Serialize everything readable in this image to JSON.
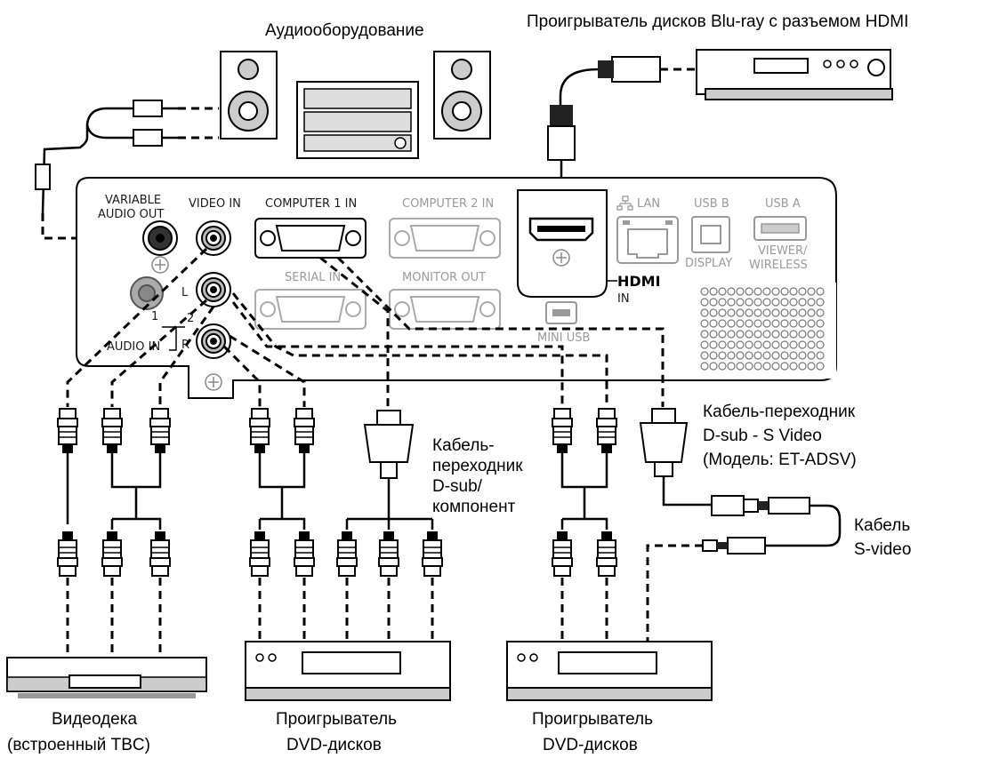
{
  "captions": {
    "audio_equipment": "Аудиооборудование",
    "bluray_player": "Проигрыватель дисков Blu-ray с разъемом HDMI",
    "adapter_component": [
      "Кабель-",
      "переходник",
      "D-sub/",
      "компонент"
    ],
    "adapter_svideo": [
      "Кабель-переходник",
      "D-sub - S Video",
      "(Модель: ET-ADSV)"
    ],
    "svideo_cable": [
      "Кабель",
      "S-video"
    ],
    "vcr": [
      "Видеодека",
      "(встроенный TBC)"
    ],
    "dvd_left": [
      "Проигрыватель",
      "DVD-дисков"
    ],
    "dvd_right": [
      "Проигрыватель",
      "DVD-дисков"
    ]
  },
  "panel": {
    "variable_audio_out": [
      "VARIABLE",
      "AUDIO OUT"
    ],
    "video_in": "VIDEO IN",
    "computer1_in": "COMPUTER 1 IN",
    "computer2_in": "COMPUTER 2 IN",
    "lan": "LAN",
    "usb_b": "USB B",
    "usb_a": "USB A",
    "serial_in": "SERIAL IN",
    "monitor_out": "MONITOR OUT",
    "display": "DISPLAY",
    "viewer_wireless": [
      "VIEWER/",
      "WIRELESS"
    ],
    "hdmi_logo": "HDMI",
    "hdmi_in": "IN",
    "mini_usb": "MINI USB",
    "audio_in": "AUDIO IN",
    "audio_in_1": "1",
    "audio_in_2": "2",
    "left": "L",
    "right": "R"
  }
}
